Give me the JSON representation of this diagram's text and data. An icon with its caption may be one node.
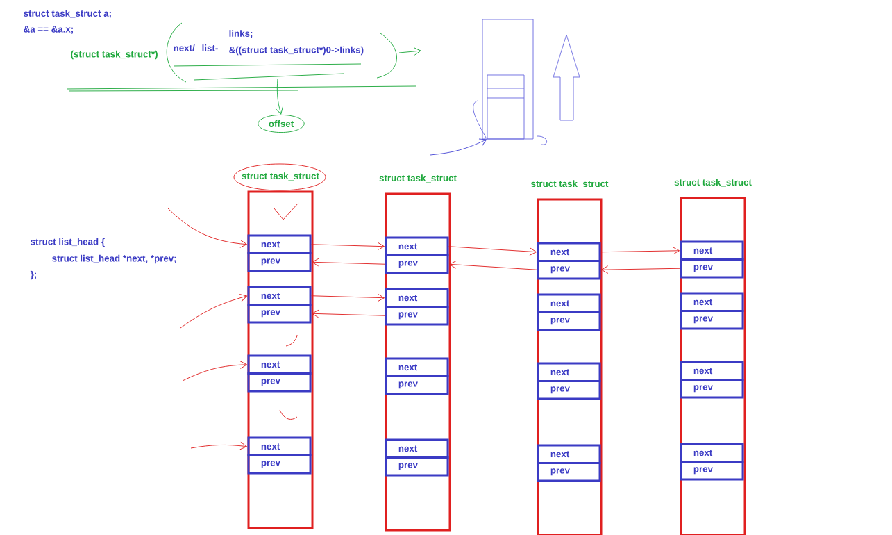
{
  "diagram": {
    "nodes": [
      {
        "text": [
          "struct task_struct"
        ]
      },
      {
        "text": [
          "next"
        ],
        "in": 0
      },
      {
        "text": [
          "prev"
        ],
        "in": 0
      },
      {
        "text": [
          "next"
        ],
        "in": 0
      },
      {
        "text": [
          "prev"
        ],
        "in": 0
      },
      {
        "text": [
          "next"
        ],
        "in": 0
      },
      {
        "text": [
          "prev"
        ],
        "in": 0
      },
      {
        "text": [
          "next"
        ],
        "in": 0
      },
      {
        "text": [
          "prev"
        ],
        "in": 0
      },
      {
        "text": [
          "struct task_struct"
        ]
      },
      {
        "text": [
          "next"
        ],
        "in": 9
      },
      {
        "text": [
          "prev"
        ],
        "in": 9
      },
      {
        "text": [
          "next"
        ],
        "in": 9
      },
      {
        "text": [
          "prev"
        ],
        "in": 9
      },
      {
        "text": [
          "next"
        ],
        "in": 9
      },
      {
        "text": [
          "prev"
        ],
        "in": 9
      },
      {
        "text": [
          "next"
        ],
        "in": 9
      },
      {
        "text": [
          "prev"
        ],
        "in": 9
      },
      {
        "text": [
          "struct task_struct"
        ]
      },
      {
        "text": [
          "next"
        ],
        "in": 18
      },
      {
        "text": [
          "prev"
        ],
        "in": 18
      },
      {
        "text": [
          "next"
        ],
        "in": 18
      },
      {
        "text": [
          "prev"
        ],
        "in": 18
      },
      {
        "text": [
          "next"
        ],
        "in": 18
      },
      {
        "text": [
          "prev"
        ],
        "in": 18
      },
      {
        "text": [
          "next"
        ],
        "in": 18
      },
      {
        "text": [
          "prev"
        ],
        "in": 18
      },
      {
        "text": [
          "struct task_struct"
        ]
      },
      {
        "text": [
          "next"
        ],
        "in": 27
      },
      {
        "text": [
          "prev"
        ],
        "in": 27
      },
      {
        "text": [
          "next"
        ],
        "in": 27
      },
      {
        "text": [
          "prev"
        ],
        "in": 27
      },
      {
        "text": [
          "next"
        ],
        "in": 27
      },
      {
        "text": [
          "prev"
        ],
        "in": 27
      },
      {
        "text": [
          "next"
        ],
        "in": 27
      },
      {
        "text": [
          "prev"
        ],
        "in": 27
      },
      {
        "text": [
          "offset"
        ]
      },
      {
        "text": [],
        "shape": "box"
      },
      {
        "text": [],
        "shape": "box",
        "in": 37
      }
    ],
    "edges": [
      {
        "from": 1,
        "to": 10,
        "arrow": "to"
      },
      {
        "from": 11,
        "to": 2,
        "arrow": "to"
      },
      {
        "from": 10,
        "to": 19,
        "arrow": "to"
      },
      {
        "from": 20,
        "to": 11,
        "arrow": "to"
      },
      {
        "from": 19,
        "to": 28,
        "arrow": "to"
      },
      {
        "from": 29,
        "to": 20,
        "arrow": "to"
      },
      {
        "from": 3,
        "to": 12,
        "arrow": "to"
      },
      {
        "from": 13,
        "to": 4,
        "arrow": "to"
      },
      {
        "from": null,
        "to": 1,
        "arrow": "to"
      },
      {
        "from": null,
        "to": 3,
        "arrow": "to"
      },
      {
        "from": null,
        "to": 5,
        "arrow": "to"
      },
      {
        "from": null,
        "to": 7,
        "arrow": "to"
      },
      {
        "from": null,
        "to": 36,
        "arrow": "to",
        "color": "#22b14c"
      },
      {
        "from": null,
        "to": 38,
        "arrow": "to",
        "color": "#4b4bd6"
      }
    ],
    "labels": [
      "struct task_struct a;",
      "&a == &a.x;",
      "(struct task_struct*)",
      "next/",
      "list-",
      "links;",
      "&((struct task_struct*)0->links)",
      "struct list_head {",
      "struct list_head *next, *prev;",
      "};"
    ]
  }
}
